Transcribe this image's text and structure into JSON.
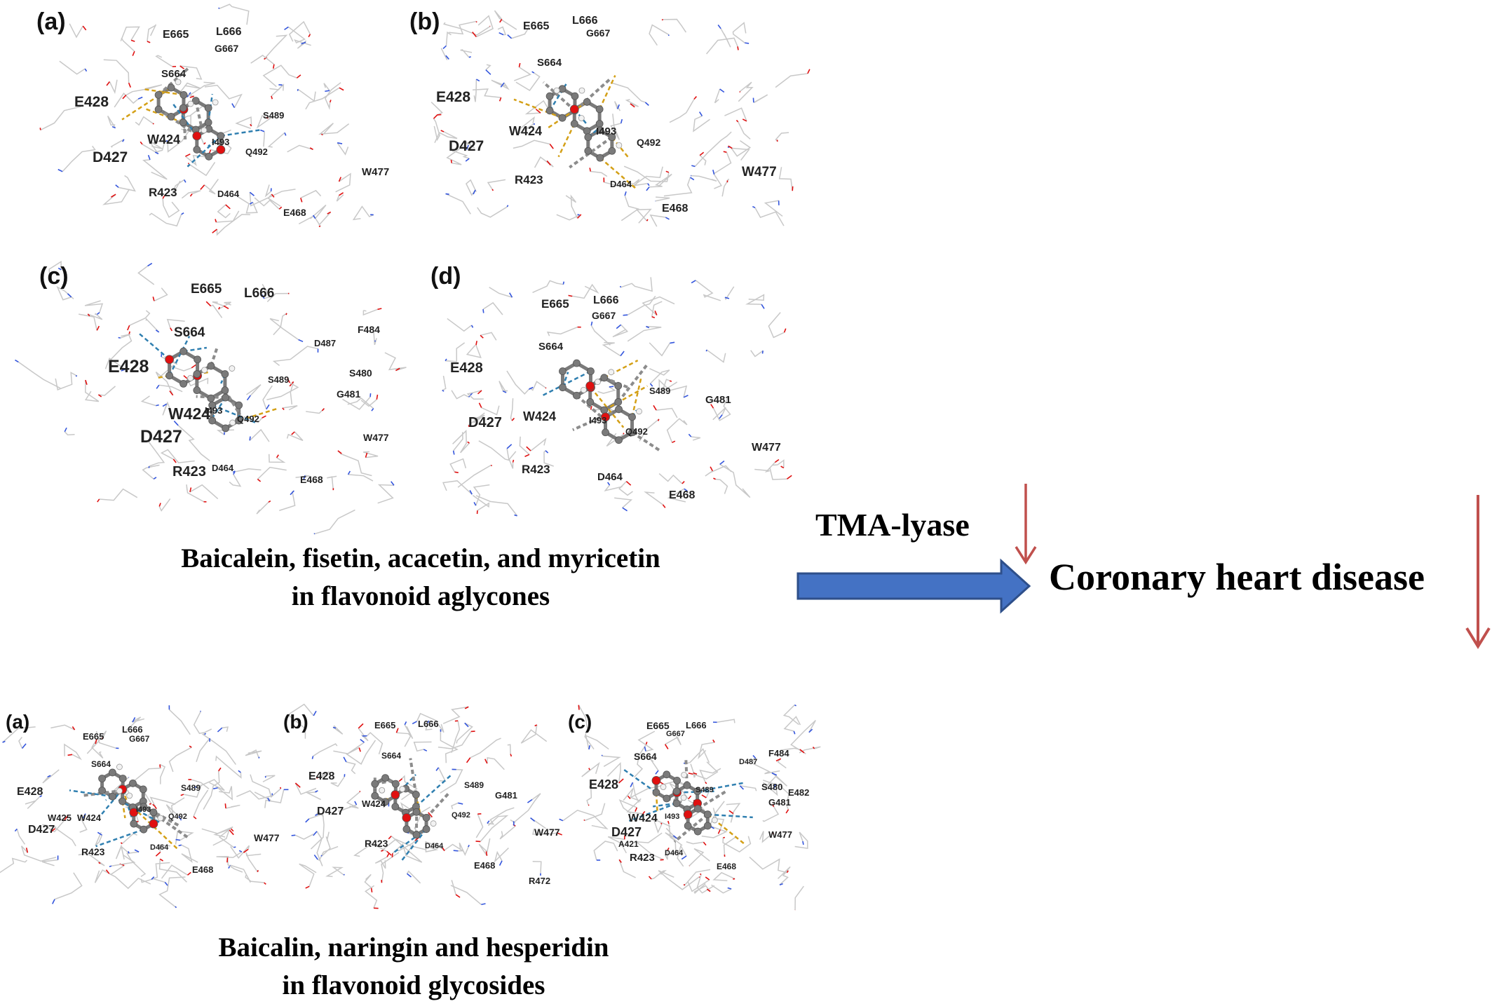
{
  "aglycones": {
    "caption_line1": "Baicalein, fisetin, acacetin, and myricetin",
    "caption_line2": "in flavonoid aglycones",
    "panels": [
      {
        "label": "(a)",
        "residues": [
          "E665",
          "L666",
          "G667",
          "S664",
          "E428",
          "S489",
          "W424",
          "I493",
          "Q492",
          "D427",
          "W477",
          "R423",
          "D464",
          "E468"
        ]
      },
      {
        "label": "(b)",
        "residues": [
          "E665",
          "L666",
          "G667",
          "S664",
          "E428",
          "I493",
          "W424",
          "Q492",
          "D427",
          "W477",
          "R423",
          "D464",
          "E468"
        ]
      },
      {
        "label": "(c)",
        "residues": [
          "E665",
          "L666",
          "S664",
          "D487",
          "F484",
          "E428",
          "S489",
          "S480",
          "G481",
          "W424",
          "I493",
          "Q492",
          "D427",
          "W477",
          "R423",
          "D464",
          "E468"
        ]
      },
      {
        "label": "(d)",
        "residues": [
          "E665",
          "L666",
          "G667",
          "S664",
          "E428",
          "S489",
          "G481",
          "W424",
          "I493",
          "D427",
          "Q492",
          "W477",
          "R423",
          "D464",
          "E468"
        ]
      }
    ]
  },
  "glycosides": {
    "caption_line1": "Baicalin, naringin and hesperidin",
    "caption_line2": "in flavonoid glycosides",
    "panels": [
      {
        "label": "(a)",
        "residues": [
          "E665",
          "L666",
          "G667",
          "S664",
          "E428",
          "S489",
          "W425",
          "W424",
          "I493",
          "Q492",
          "D427",
          "W477",
          "R423",
          "D464",
          "E468"
        ]
      },
      {
        "label": "(b)",
        "residues": [
          "E665",
          "L666",
          "S664",
          "E428",
          "S489",
          "G481",
          "D427",
          "W424",
          "Q492",
          "R423",
          "D464",
          "W477",
          "E468",
          "R472"
        ]
      },
      {
        "label": "(c)",
        "residues": [
          "E665",
          "L666",
          "G667",
          "S664",
          "D487",
          "F484",
          "E428",
          "S489",
          "S480",
          "E482",
          "G481",
          "W424",
          "I493",
          "D427",
          "W477",
          "A421",
          "R423",
          "D464",
          "E468"
        ]
      }
    ]
  },
  "pathway": {
    "enzyme_label": "TMA-lyase",
    "outcome_label": "Coronary heart disease",
    "arrow_color": "#4472c4",
    "down_arrow_color": "#c0504d"
  },
  "colors": {
    "bond": "#7a7a7a",
    "oxygen": "#e01010",
    "hydrogen": "#f2f2f2",
    "backbone": "#c8c8c8",
    "nitrogen": "#3355dd",
    "hbond": "#2f7fb0",
    "hydrophobic": "#8c8c8c",
    "saltbridge": "#d4a017"
  }
}
